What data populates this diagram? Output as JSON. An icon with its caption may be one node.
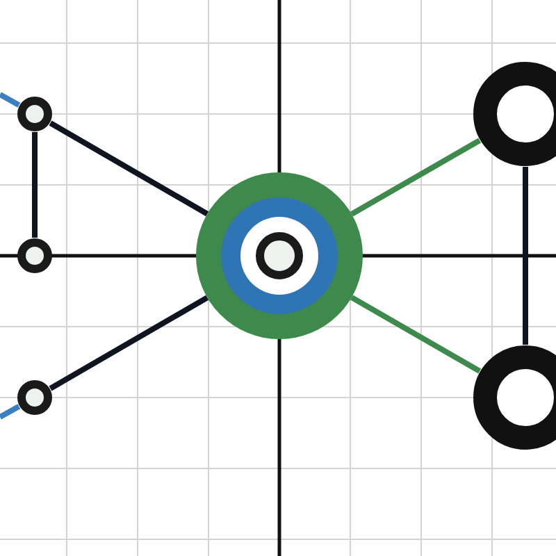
{
  "diagram": {
    "nodes": [
      {
        "text": [],
        "shape": "circle"
      },
      {
        "text": [],
        "shape": "circle"
      },
      {
        "text": [],
        "shape": "circle"
      },
      {
        "text": [],
        "shape": "circle"
      },
      {
        "text": [],
        "shape": "circle"
      },
      {
        "text": [],
        "shape": "circle"
      }
    ],
    "edges": [
      {
        "from": 0,
        "to": 3,
        "arrow": "none"
      },
      {
        "from": 2,
        "to": 3,
        "arrow": "none"
      },
      {
        "from": 0,
        "to": 1,
        "arrow": "none"
      },
      {
        "from": 4,
        "to": 5,
        "arrow": "none"
      },
      {
        "from": 3,
        "to": 4,
        "arrow": "none",
        "color": "#3d8a4c"
      },
      {
        "from": 3,
        "to": 5,
        "arrow": "none",
        "color": "#3d8a4c"
      },
      {
        "from": null,
        "to": 0,
        "arrow": "none",
        "color": "#3a7fc0"
      },
      {
        "from": null,
        "to": 2,
        "arrow": "none",
        "color": "#3a7fc0"
      }
    ]
  }
}
